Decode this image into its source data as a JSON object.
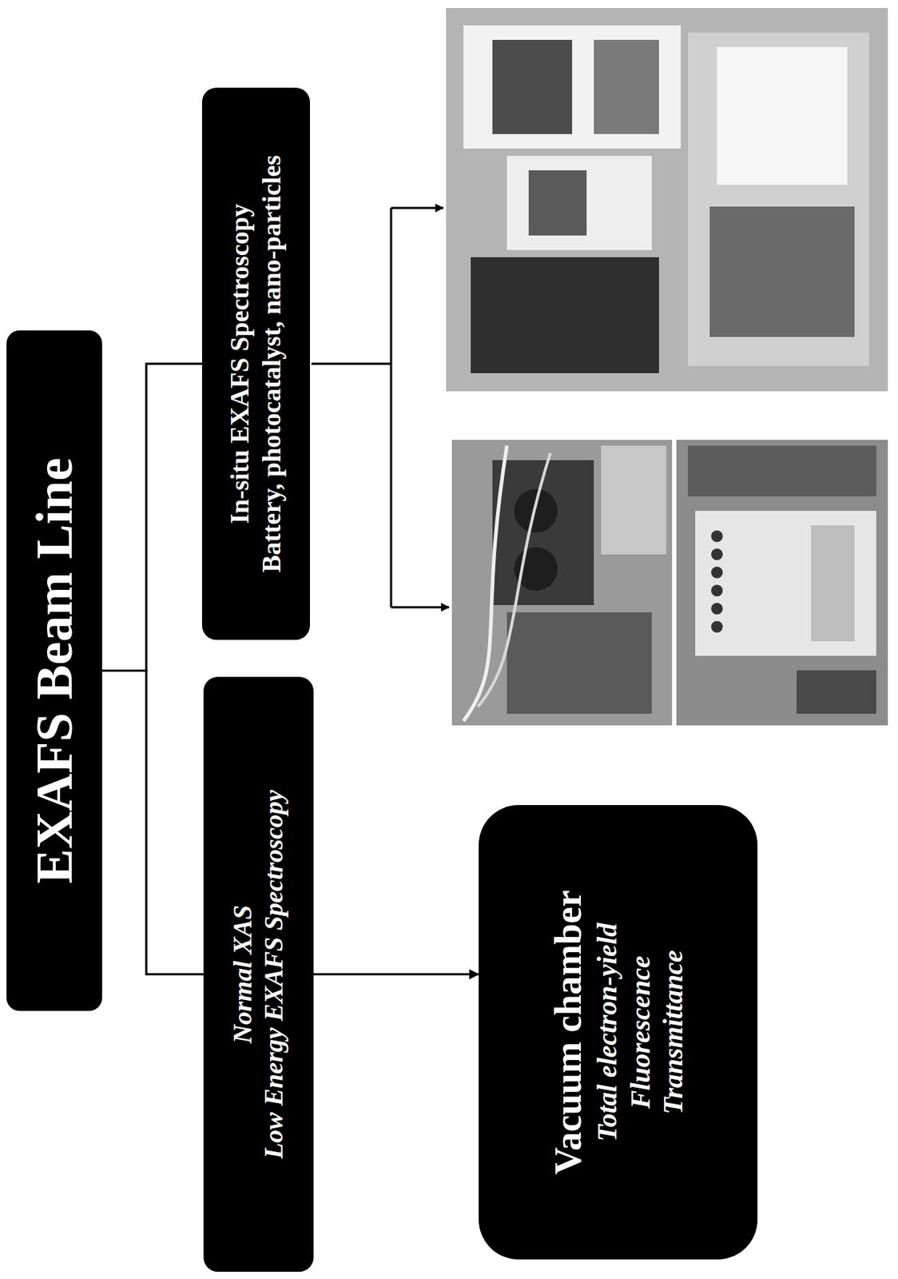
{
  "diagram": {
    "title": "EXAFS Beam Line",
    "nodes": [
      {
        "text": [
          "EXAFS Beam Line"
        ]
      },
      {
        "text": [
          "Normal XAS",
          "Low Energy EXAFS Spectroscopy"
        ]
      },
      {
        "text": [
          "In-situ EXAFS Spectroscopy",
          "Battery, photocatalyst, nano-particles"
        ]
      },
      {
        "text": [
          "Vacuum chamber",
          "Total electron-yield",
          "Fluorescence",
          "Transmittance"
        ]
      }
    ],
    "edges": [
      {
        "from": 0,
        "to": 1,
        "arrow": "none"
      },
      {
        "from": 0,
        "to": 2,
        "arrow": "none"
      },
      {
        "from": 1,
        "to": 3,
        "arrow": "to"
      }
    ]
  }
}
